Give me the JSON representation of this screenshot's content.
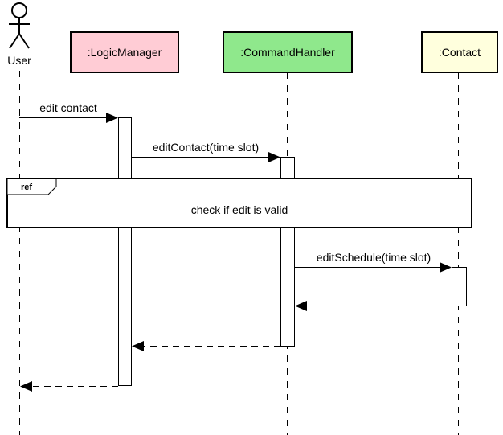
{
  "actor": {
    "label": "User"
  },
  "participants": {
    "logic_manager": {
      "label": ":LogicManager",
      "fill": "#FFCCD5"
    },
    "command_handler": {
      "label": ":CommandHandler",
      "fill": "#8FE88C"
    },
    "contact": {
      "label": ":Contact",
      "fill": "#FFFFDD"
    }
  },
  "messages": {
    "edit_contact": "edit contact",
    "edit_contact_call": "editContact(time slot)",
    "edit_schedule_call": "editSchedule(time slot)"
  },
  "ref_fragment": {
    "tag": "ref",
    "text": "check if edit is valid"
  }
}
